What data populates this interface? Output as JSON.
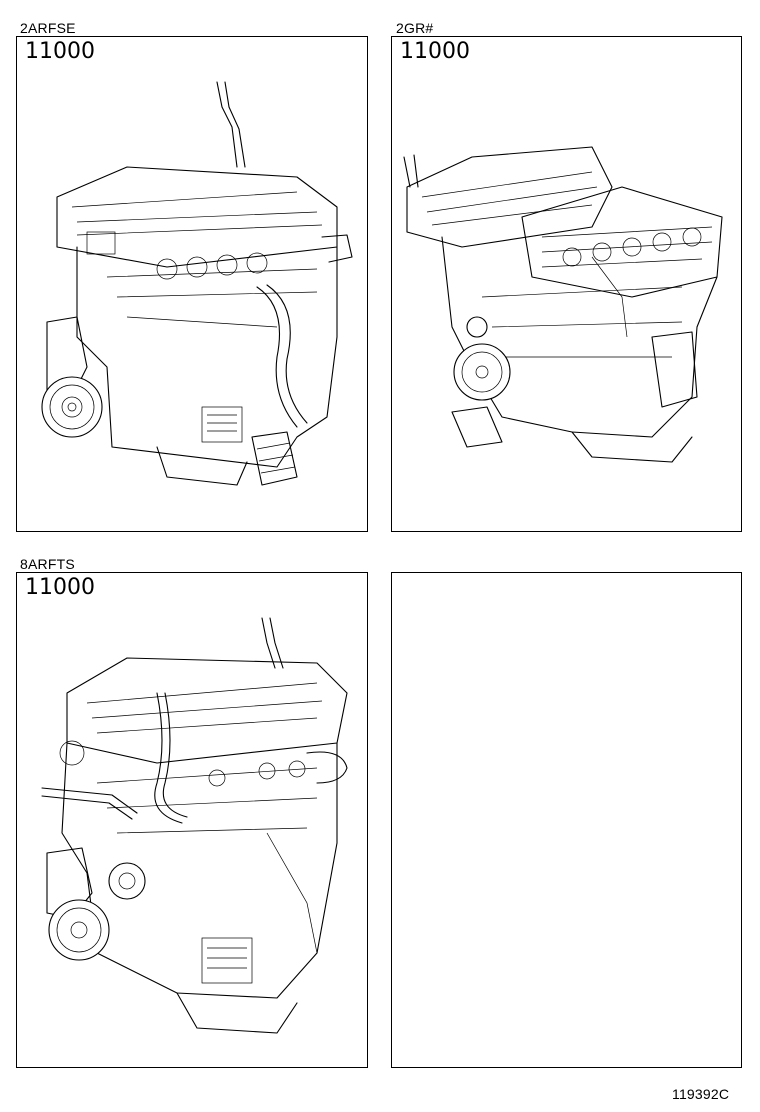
{
  "panels": [
    {
      "code": "2ARFSE",
      "part": "11000",
      "icon": "engine-inline-4-illustration"
    },
    {
      "code": "2GR#",
      "part": "11000",
      "icon": "engine-v6-illustration"
    },
    {
      "code": "8ARFTS",
      "part": "11000",
      "icon": "engine-turbo-inline-4-illustration"
    },
    {
      "code": "",
      "part": "",
      "icon": "empty"
    }
  ],
  "reference": "119392C"
}
